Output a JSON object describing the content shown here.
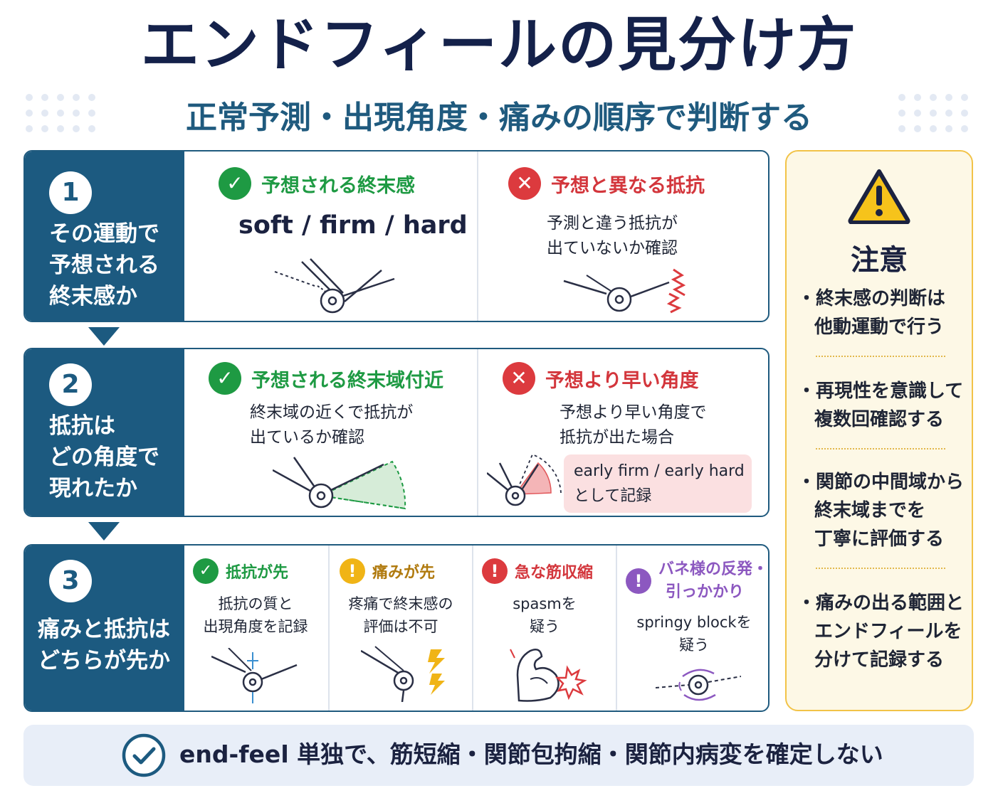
{
  "header": {
    "title": "エンドフィールの見分け方",
    "subtitle": "正常予測・出現角度・痛みの順序で判断する"
  },
  "rows": [
    {
      "number": "1",
      "question": [
        "その運動で",
        "予想される",
        "終末感か"
      ],
      "cells": [
        {
          "status": "check-icon",
          "heading": "予想される終末感",
          "big": "soft / firm / hard",
          "text": []
        },
        {
          "status": "cross-icon",
          "heading": "予想と異なる抵抗",
          "text": [
            "予測と違う抵抗が",
            "出ていないか確認"
          ]
        }
      ]
    },
    {
      "number": "2",
      "question": [
        "抵抗は",
        "どの角度で",
        "現れたか"
      ],
      "cells": [
        {
          "status": "check-icon",
          "heading": "予想される終末域付近",
          "text": [
            "終末域の近くで抵抗が",
            "出ているか確認"
          ]
        },
        {
          "status": "cross-icon",
          "heading": "予想より早い角度",
          "text": [
            "予想より早い角度で",
            "抵抗が出た場合"
          ],
          "box": [
            "early firm / early hard",
            "として記録"
          ]
        }
      ]
    },
    {
      "number": "3",
      "question": [
        "痛みと抵抗は",
        "どちらが先か"
      ],
      "cells": [
        {
          "status": "check-icon",
          "heading": [
            "抵抗が先"
          ],
          "text": [
            "抵抗の質と",
            "出現角度を記録"
          ]
        },
        {
          "status": "exclamation-icon",
          "heading": [
            "痛みが先"
          ],
          "text": [
            "疼痛で終末感の",
            "評価は不可"
          ]
        },
        {
          "status": "exclamation-icon",
          "heading": [
            "急な筋収縮"
          ],
          "text": [
            "spasmを",
            "疑う"
          ]
        },
        {
          "status": "exclamation-icon",
          "heading": [
            "バネ様の反発・",
            "引っかかり"
          ],
          "text": [
            "springy blockを",
            "疑う"
          ]
        }
      ]
    }
  ],
  "note": {
    "title": "注意",
    "items": [
      [
        "・終末感の判断は",
        "他動運動で行う"
      ],
      [
        "・再現性を意識して",
        "複数回確認する"
      ],
      [
        "・関節の中間域から",
        "終末域までを",
        "丁寧に評価する"
      ],
      [
        "・痛みの出る範囲と",
        "エンドフィールを",
        "分けて記録する"
      ]
    ]
  },
  "footer": {
    "text": "end-feel 単独で、筋短縮・関節包拘縮・関節内病変を確定しない"
  },
  "colors": {
    "navy": "#1c5a80",
    "title": "#14214a",
    "ok": "#1e9a43",
    "ng": "#dc3a3e",
    "pain": "#f0b416",
    "spring": "#8c58c0",
    "note_bg": "#fdf8e6",
    "note_border": "#f2c348"
  }
}
